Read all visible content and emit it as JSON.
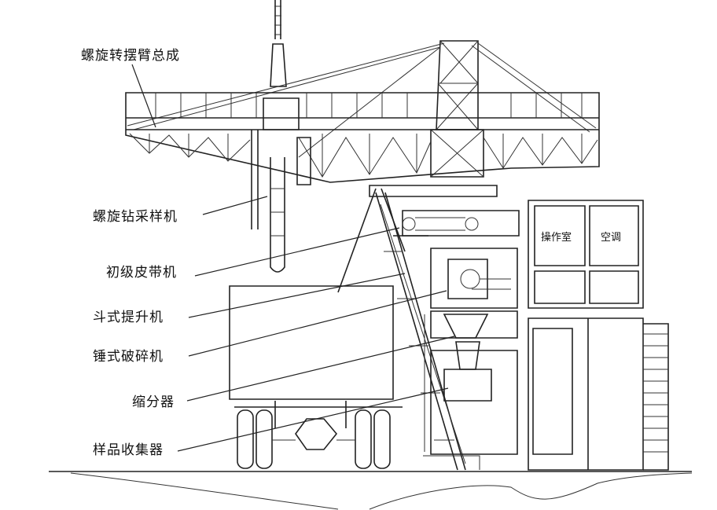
{
  "labels": {
    "spiral_arm_assembly": "螺旋转摆臂总成",
    "spiral_drill_sampler": "螺旋钻采样机",
    "primary_belt_conveyor": "初级皮带机",
    "bucket_elevator": "斗式提升机",
    "hammer_crusher": "锤式破碎机",
    "sample_divider": "缩分器",
    "sample_collector": "样品收集器"
  },
  "cabin": {
    "operation_room": "操作室",
    "air_conditioner": "空调"
  }
}
